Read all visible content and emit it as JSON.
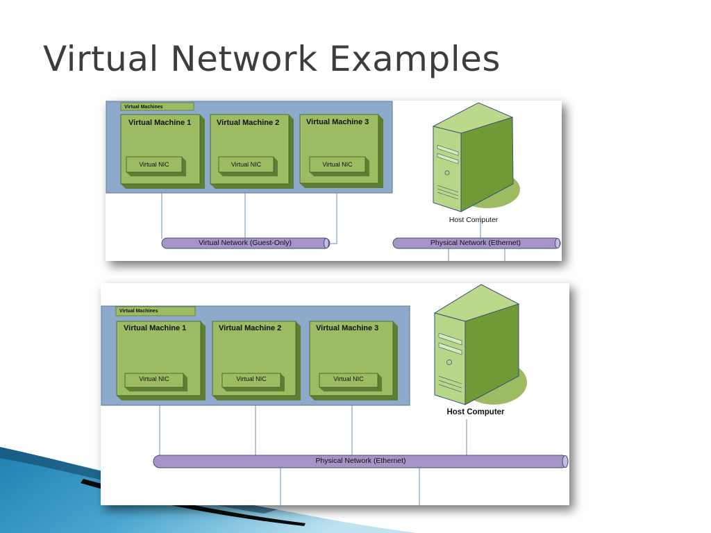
{
  "slide": {
    "title": "Virtual Network Examples"
  },
  "colors": {
    "vm_group_bg": "#8eaacb",
    "vm_box": "#9dbb62",
    "nic_box": "#9dbb62",
    "network_pipe": "#a794c6",
    "server_green": "#8ab24c",
    "title_text": "#3d3d3d"
  },
  "diagram1": {
    "group_label": "Virtual Machines",
    "vms": [
      {
        "title": "Virtual Machine 1",
        "nic": "Virtual NIC"
      },
      {
        "title": "Virtual Machine 2",
        "nic": "Virtual NIC"
      },
      {
        "title": "Virtual Machine 3",
        "nic": "Virtual NIC"
      }
    ],
    "host_label": "Host Computer",
    "guest_network_label": "Virtual Network (Guest-Only)",
    "physical_network_label": "Physical Network (Ethernet)"
  },
  "diagram2": {
    "group_label": "Virtual Machines",
    "vms": [
      {
        "title": "Virtual Machine 1",
        "nic": "Virtual NIC"
      },
      {
        "title": "Virtual Machine 2",
        "nic": "Virtual NIC"
      },
      {
        "title": "Virtual Machine 3",
        "nic": "Virtual NIC"
      }
    ],
    "host_label": "Host Computer",
    "physical_network_label": "Physical Network (Ethernet)"
  }
}
